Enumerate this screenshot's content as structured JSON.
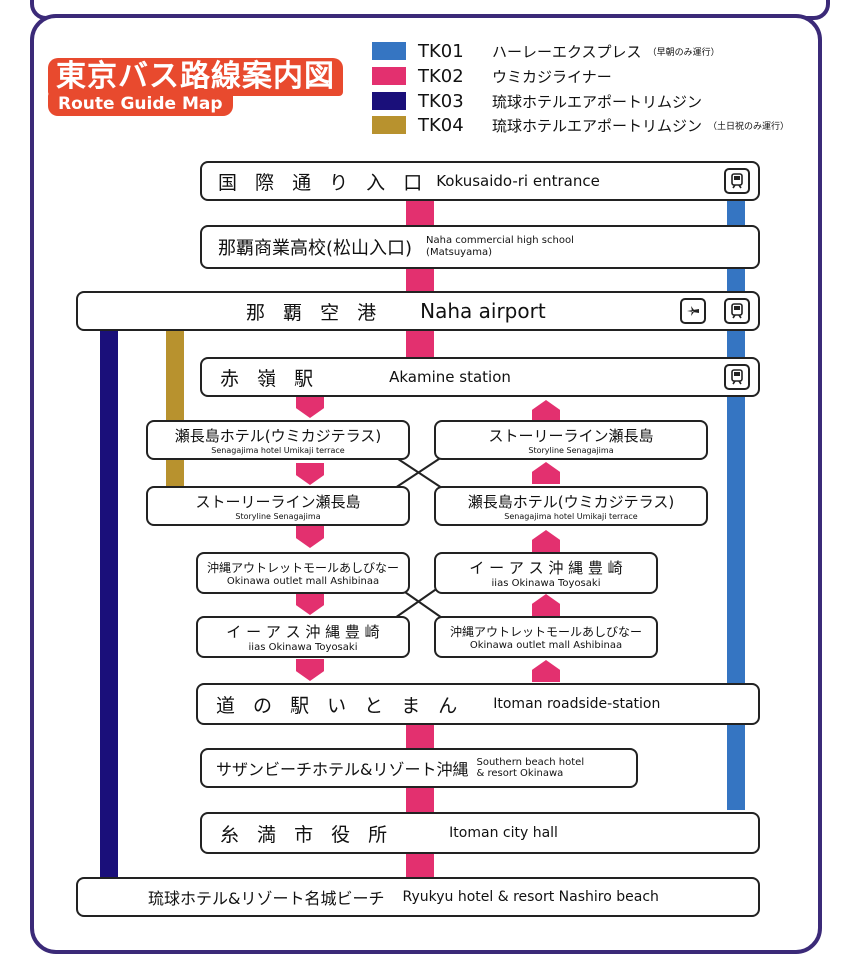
{
  "title": {
    "jp": "東京バス路線案内図",
    "en": "Route Guide Map"
  },
  "colors": {
    "frame": "#3b2a78",
    "tk01": "#3575c2",
    "tk02": "#e3306f",
    "tk03": "#1a0f7a",
    "tk04": "#b8922e",
    "logo": "#e84a2e"
  },
  "legend": [
    {
      "code": "TK01",
      "name": "ハーレーエクスプレス",
      "note": "（早朝のみ運行）"
    },
    {
      "code": "TK02",
      "name": "ウミカジライナー",
      "note": ""
    },
    {
      "code": "TK03",
      "name": "琉球ホテルエアポートリムジン",
      "note": ""
    },
    {
      "code": "TK04",
      "name": "琉球ホテルエアポートリムジン",
      "note": "（土日祝のみ運行）"
    }
  ],
  "stops": {
    "kokusaidori": {
      "jp": "国 際 通 り 入 口",
      "en": "Kokusaido-ri entrance",
      "icons": [
        "train-icon"
      ]
    },
    "naha_commercial": {
      "jp": "那覇商業高校(松山入口)",
      "en1": "Naha commercial high school",
      "en2": "(Matsuyama)"
    },
    "naha_airport": {
      "jp": "那  覇  空  港",
      "en": "Naha airport",
      "icons": [
        "airplane-icon",
        "train-icon"
      ]
    },
    "akamine": {
      "jp": "赤  嶺  駅",
      "en": "Akamine station",
      "icons": [
        "train-icon"
      ]
    },
    "senagajima_hotel_l": {
      "jp": "瀬長島ホテル(ウミカジテラス)",
      "en": "Senagajima hotel  Umikaji terrace"
    },
    "storyline_r": {
      "jp": "ストーリーライン瀬長島",
      "en": "Storyline Senagajima"
    },
    "storyline_l": {
      "jp": "ストーリーライン瀬長島",
      "en": "Storyline Senagajima"
    },
    "senagajima_hotel_r": {
      "jp": "瀬長島ホテル(ウミカジテラス)",
      "en": "Senagajima hotel  Umikaji terrace"
    },
    "outlet_l": {
      "jp": "沖縄アウトレットモールあしびなー",
      "en": "Okinawa outlet mall Ashibinaa"
    },
    "iias_r": {
      "jp": "イ ー ア ス 沖 縄 豊 崎",
      "en": "iias Okinawa Toyosaki"
    },
    "iias_l": {
      "jp": "イ ー ア ス 沖 縄 豊 崎",
      "en": "iias Okinawa Toyosaki"
    },
    "outlet_r": {
      "jp": "沖縄アウトレットモールあしびなー",
      "en": "Okinawa outlet mall Ashibinaa"
    },
    "michinoeki": {
      "jp": "道 の 駅 い と ま ん",
      "en": "Itoman roadside-station"
    },
    "southern_beach": {
      "jp": "サザンビーチホテル&リゾート沖縄",
      "en1": "Southern beach hotel",
      "en2": "& resort Okinawa"
    },
    "itoman_city": {
      "jp": "糸  満  市  役  所",
      "en": "Itoman city hall"
    },
    "ryukyu_hotel": {
      "jp": "琉球ホテル&リゾート名城ビーチ",
      "en": "Ryukyu hotel & resort Nashiro beach"
    }
  }
}
